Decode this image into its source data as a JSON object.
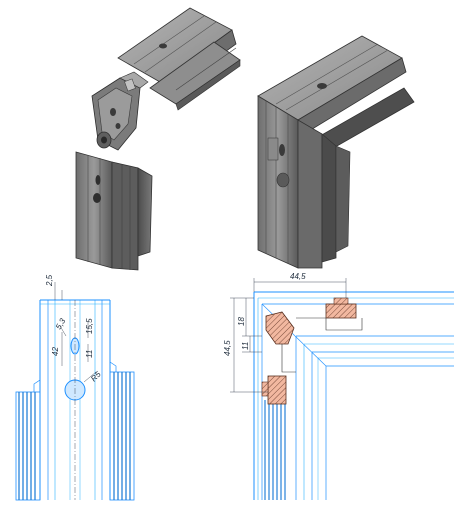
{
  "colors": {
    "line_blue": "#1e90ff",
    "hatch_blue": "#1577d6",
    "metal_light": "#a6a6a6",
    "metal_mid": "#7b7b7b",
    "metal_dark": "#4a4a4a",
    "section_fill": "#f2b8a0",
    "dimension_text": "#1c2a3a"
  },
  "left_drawing": {
    "dim_top": "2,5",
    "dim_hole_small": "5,3",
    "dim_15_5": "15,5",
    "dim_42": "42",
    "dim_11": "11",
    "dim_hole_big": "R5"
  },
  "right_drawing": {
    "dim_width": "44,5",
    "dim_18": "18",
    "dim_11": "11",
    "dim_height": "44,5"
  }
}
